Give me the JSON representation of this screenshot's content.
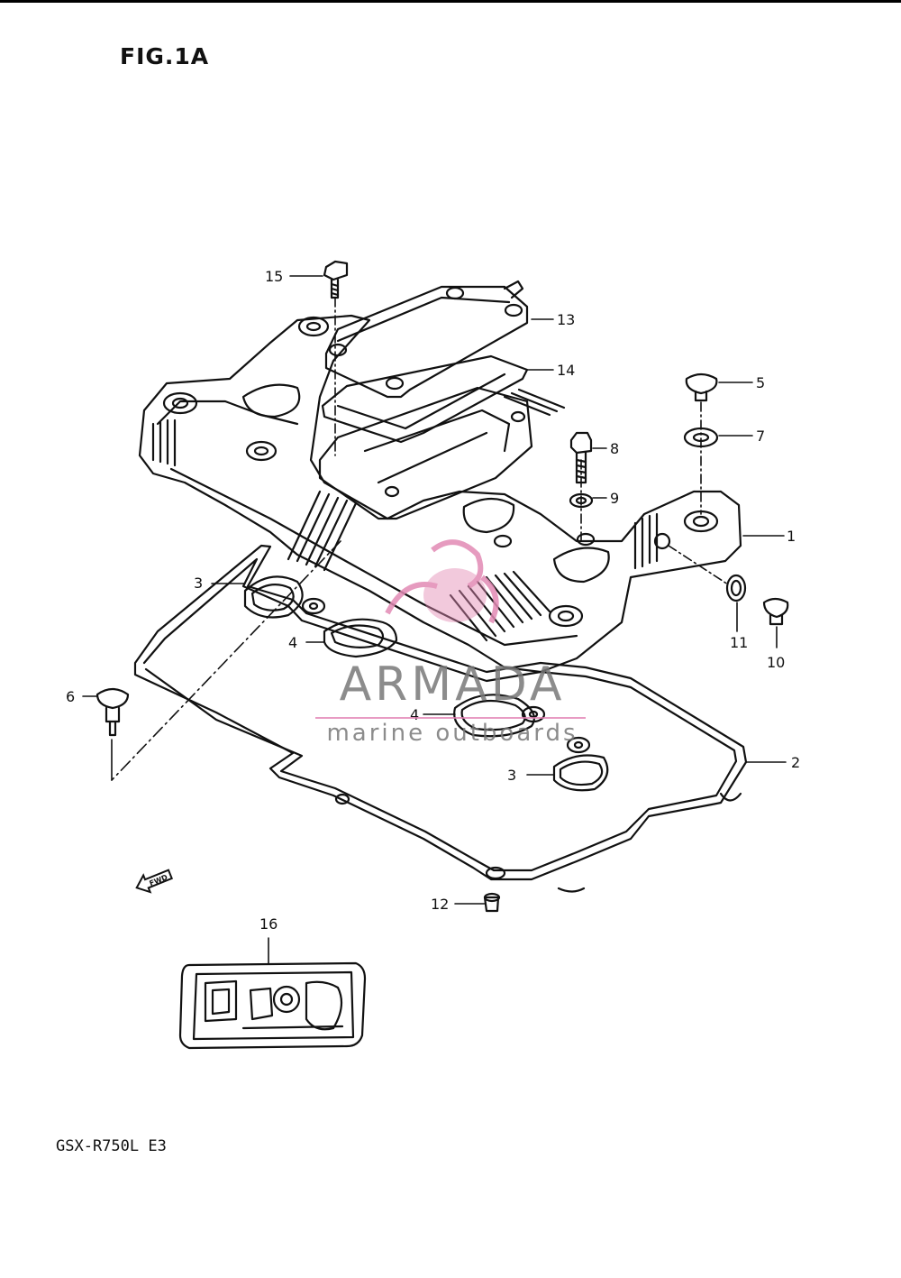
{
  "figure_title": "FIG.1A",
  "model_code": "GSX-R750L E3",
  "fwd_label": "FWD",
  "watermark": {
    "brand": "ARMADA",
    "tagline": "marine outboards",
    "accent_color": "#e28ab4",
    "text_color": "#787878"
  },
  "callouts": [
    "1",
    "2",
    "3",
    "3",
    "4",
    "4",
    "5",
    "6",
    "7",
    "8",
    "9",
    "10",
    "11",
    "12",
    "13",
    "14",
    "15",
    "16"
  ],
  "icons": [
    "fwd-arrow-icon",
    "armada-logo-icon"
  ]
}
